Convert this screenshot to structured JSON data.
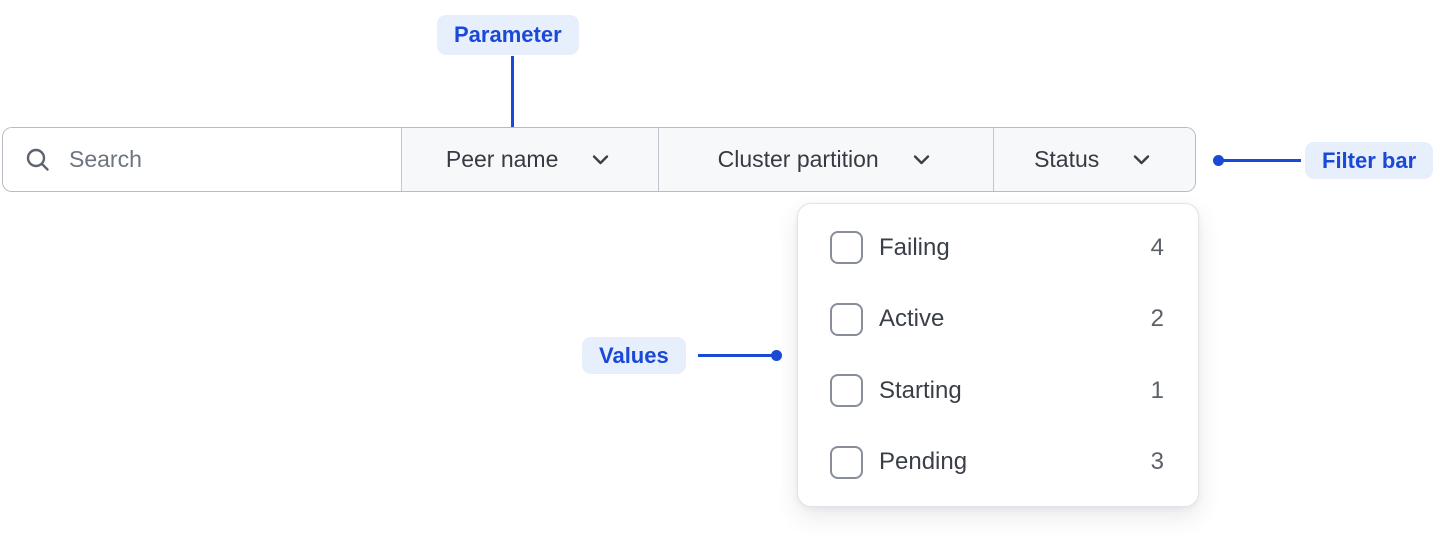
{
  "annotations": {
    "parameter": {
      "label": "Parameter"
    },
    "filter_bar": {
      "label": "Filter bar"
    },
    "values": {
      "label": "Values"
    }
  },
  "filter_bar": {
    "search": {
      "placeholder": "Search",
      "value": "",
      "icon": "search-icon"
    },
    "dropdowns": [
      {
        "label": "Peer name",
        "icon": "chevron-down-icon"
      },
      {
        "label": "Cluster partition",
        "icon": "chevron-down-icon"
      },
      {
        "label": "Status",
        "icon": "chevron-down-icon",
        "open": true
      }
    ]
  },
  "status_dropdown": {
    "options": [
      {
        "label": "Failing",
        "count": "4",
        "checked": false
      },
      {
        "label": "Active",
        "count": "2",
        "checked": false
      },
      {
        "label": "Starting",
        "count": "1",
        "checked": false
      },
      {
        "label": "Pending",
        "count": "3",
        "checked": false
      }
    ]
  },
  "colors": {
    "annotation_text": "#1a49d6",
    "annotation_bg": "#e7eefc",
    "bar_border": "#b6bbc4",
    "segment_bg": "#f7f8f9",
    "label_text": "#363b43",
    "muted_text": "#6d7480",
    "count_text": "#5b6069",
    "checkbox_border": "#878d99",
    "panel_border": "#e0e3e7"
  }
}
